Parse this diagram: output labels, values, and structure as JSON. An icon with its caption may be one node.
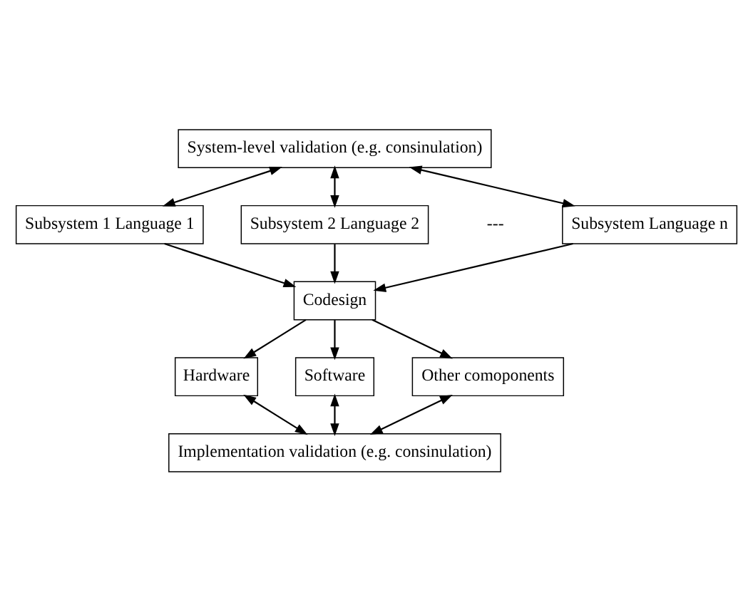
{
  "diagram": {
    "nodes": [
      {
        "text": [
          "System-level validation (e.g. consinulation)"
        ]
      },
      {
        "text": [
          "Subsystem 1 Language 1"
        ]
      },
      {
        "text": [
          "Subsystem 2 Language 2"
        ]
      },
      {
        "text": [
          "Subsystem Language n"
        ]
      },
      {
        "text": [
          "Codesign"
        ]
      },
      {
        "text": [
          "Hardware"
        ]
      },
      {
        "text": [
          "Software"
        ]
      },
      {
        "text": [
          "Other comoponents"
        ]
      },
      {
        "text": [
          "Implementation validation (e.g. consinulation)"
        ]
      }
    ],
    "edges": [
      {
        "from": 0,
        "to": 1,
        "arrow": "both"
      },
      {
        "from": 0,
        "to": 2,
        "arrow": "both"
      },
      {
        "from": 0,
        "to": 3,
        "arrow": "both"
      },
      {
        "from": 1,
        "to": 4,
        "arrow": "to"
      },
      {
        "from": 2,
        "to": 4,
        "arrow": "to"
      },
      {
        "from": 3,
        "to": 4,
        "arrow": "to"
      },
      {
        "from": 4,
        "to": 5,
        "arrow": "to"
      },
      {
        "from": 4,
        "to": 6,
        "arrow": "to"
      },
      {
        "from": 4,
        "to": 7,
        "arrow": "to"
      },
      {
        "from": 5,
        "to": 8,
        "arrow": "both"
      },
      {
        "from": 6,
        "to": 8,
        "arrow": "both"
      },
      {
        "from": 7,
        "to": 8,
        "arrow": "both"
      }
    ],
    "labels": [
      "---"
    ]
  }
}
